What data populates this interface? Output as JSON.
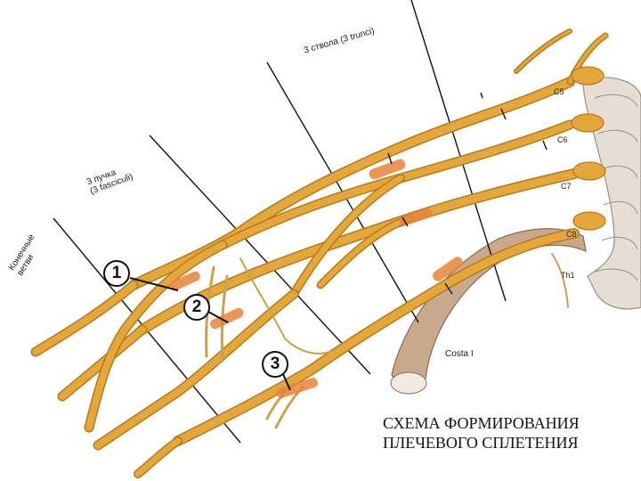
{
  "labels": {
    "trunks": "3 ствола (3 trunci)",
    "fasciculi_line1": "3 пучка",
    "fasciculi_line2": "(3 fasciculi)",
    "terminal_line1": "Конечные",
    "terminal_line2": "ветви",
    "costa": "Costa I"
  },
  "vertebrae": [
    "C5",
    "C6",
    "C7",
    "C8",
    "Th1"
  ],
  "markers": [
    "1",
    "2",
    "3"
  ],
  "title_line1": "СХЕМА ФОРМИРОВАНИЯ",
  "title_line2": "ПЛЕЧЕВОГО СПЛЕТЕНИЯ",
  "colors": {
    "nerve": "#e3a73a",
    "nerve_edge": "#b9791d",
    "junction": "#e8833a",
    "bone": "#c9a98e",
    "vertebra": "#e6ddd4"
  }
}
